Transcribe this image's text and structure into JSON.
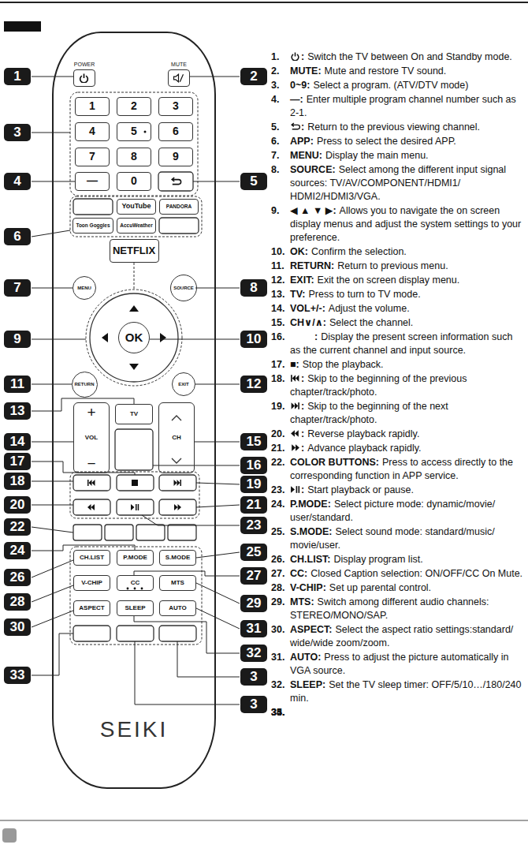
{
  "diagram": {
    "nodes": [
      {
        "text": [
          "SEIKI"
        ]
      },
      {
        "text": [
          "POWER"
        ],
        "in": 0
      },
      {
        "text": [
          "MUTE"
        ],
        "in": 0
      },
      {
        "text": [
          "1"
        ],
        "in": 0
      },
      {
        "text": [
          "2"
        ],
        "in": 0
      },
      {
        "text": [
          "3"
        ],
        "in": 0
      },
      {
        "text": [
          "4"
        ],
        "in": 0
      },
      {
        "text": [
          "5"
        ],
        "in": 0
      },
      {
        "text": [
          "6"
        ],
        "in": 0
      },
      {
        "text": [
          "7"
        ],
        "in": 0
      },
      {
        "text": [
          "8"
        ],
        "in": 0
      },
      {
        "text": [
          "9"
        ],
        "in": 0
      },
      {
        "text": [
          "—"
        ],
        "in": 0
      },
      {
        "text": [
          "0"
        ],
        "in": 0
      },
      {
        "text": [
          "YouTube"
        ],
        "in": 0
      },
      {
        "text": [
          "PANDORA"
        ],
        "in": 0
      },
      {
        "text": [
          "Toon Goggles"
        ],
        "in": 0
      },
      {
        "text": [
          "AccuWeather"
        ],
        "in": 0
      },
      {
        "text": [
          "NETFLIX"
        ],
        "in": 0
      },
      {
        "text": [
          "MENU"
        ],
        "in": 0
      },
      {
        "text": [
          "SOURCE"
        ],
        "in": 0
      },
      {
        "text": [
          "OK"
        ],
        "in": 0
      },
      {
        "text": [
          "RETURN"
        ],
        "in": 0
      },
      {
        "text": [
          "EXIT"
        ],
        "in": 0
      },
      {
        "text": [
          "+",
          "VOL",
          "−"
        ],
        "in": 0
      },
      {
        "text": [
          "TV"
        ],
        "in": 0
      },
      {
        "text": [
          "CH"
        ],
        "in": 0
      },
      {
        "text": [
          "CH.LIST"
        ],
        "in": 0
      },
      {
        "text": [
          "P.MODE"
        ],
        "in": 0
      },
      {
        "text": [
          "S.MODE"
        ],
        "in": 0
      },
      {
        "text": [
          "V-CHIP"
        ],
        "in": 0
      },
      {
        "text": [
          "CC"
        ],
        "in": 0
      },
      {
        "text": [
          "MTS"
        ],
        "in": 0
      },
      {
        "text": [
          "ASPECT"
        ],
        "in": 0
      },
      {
        "text": [
          "SLEEP"
        ],
        "in": 0
      },
      {
        "text": [
          "AUTO"
        ],
        "in": 0
      }
    ],
    "labels": [
      "1",
      "2",
      "3",
      "4",
      "5",
      "6",
      "7",
      "8",
      "9",
      "10",
      "11",
      "12",
      "13",
      "14",
      "15",
      "16",
      "17",
      "18",
      "19",
      "20",
      "21",
      "22",
      "23",
      "24",
      "25",
      "26",
      "27",
      "28",
      "29",
      "30",
      "31",
      "32",
      "33",
      "3",
      "3",
      "1.",
      ":",
      "Switch the TV between On and Standby mode.",
      "2.",
      "MUTE:",
      "Mute and restore TV sound.",
      "3.",
      "0~9:",
      "Select a program. (ATV/DTV mode)",
      "4.",
      "—:",
      "Enter multiple program channel number such as 2-1.",
      "5.",
      ":",
      "Return to the previous viewing channel.",
      "6.",
      "APP:",
      "Press to select the desired APP.",
      "7.",
      "MENU:",
      "Display the main menu.",
      "8.",
      "SOURCE:",
      "Select among the different input signal sources: TV/AV/COMPONENT/HDMI1/ HDMI2/HDMI3/VGA.",
      "9.",
      "◀ ▲ ▼ ▶:",
      "Allows you to navigate the on screen display menus and adjust the system settings to your preference.",
      "10.",
      "OK:",
      "Confirm the selection.",
      "11.",
      "RETURN:",
      "Return to previous menu.",
      "12.",
      "EXIT:",
      "Exit the on screen display menu.",
      "13.",
      "TV:",
      "Press to turn to TV mode.",
      "14.",
      "VOL+/-:",
      "Adjust the volume.",
      "15.",
      "CH∨/∧:",
      "Select the channel.",
      "16.",
      ":",
      "Display the present screen information such as the current channel and input source.",
      "17.",
      "■:",
      "Stop the playback.",
      "18.",
      ":",
      "Skip to the beginning of the previous chapter/track/photo.",
      "19.",
      ":",
      "Skip to the beginning of the next chapter/track/photo.",
      "20.",
      ":",
      "Reverse playback rapidly.",
      "21.",
      ":",
      "Advance playback rapidly.",
      "22.",
      "COLOR BUTTONS:",
      "Press to access directly to the corresponding function in APP service.",
      "23.",
      ":",
      "Start playback or pause.",
      "24.",
      "P.MODE:",
      "Select picture mode: dynamic/movie/ user/standard.",
      "25.",
      "S.MODE:",
      "Select sound mode: standard/music/ movie/user.",
      "26.",
      "CH.LIST:",
      "Display program list.",
      "27.",
      "CC:",
      "Closed Caption selection: ON/OFF/CC On Mute.",
      "28.",
      "V-CHIP:",
      "Set up parental control.",
      "29.",
      "MTS:",
      "Switch among different audio channels: STEREO/MONO/SAP.",
      "30.",
      "ASPECT:",
      "Select the aspect ratio settings:standard/ wide/wide zoom/zoom.",
      "31.",
      "AUTO:",
      "Press to adjust the picture automatically in VGA source.",
      "32.",
      "SLEEP:",
      "Set the TV sleep timer: OFF/5/10…/180/240 min.",
      "33.",
      "34.",
      "35."
    ]
  }
}
